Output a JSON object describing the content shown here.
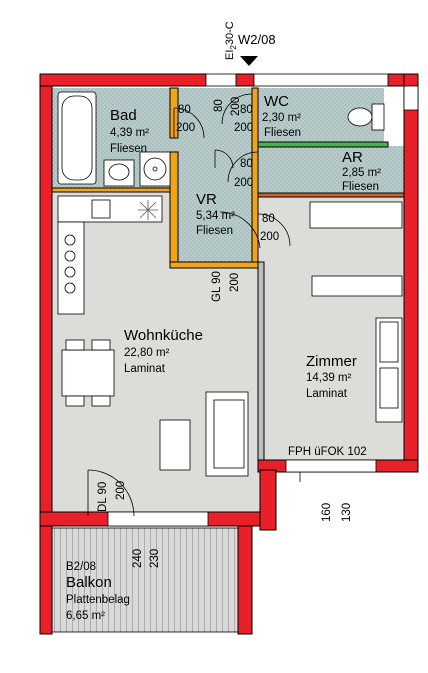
{
  "header": {
    "unit_code": "W2/08",
    "stair_code": "EI",
    "stair_sub": "2",
    "stair_suffix": "30-C"
  },
  "rooms": {
    "bad": {
      "name": "Bad",
      "area": "4,39 m²",
      "material": "Fliesen"
    },
    "wc": {
      "name": "WC",
      "area": "2,30 m²",
      "material": "Fliesen"
    },
    "ar": {
      "name": "AR",
      "area": "2,85 m²",
      "material": "Fliesen"
    },
    "vr": {
      "name": "VR",
      "area": "5,34 m²",
      "material": "Fliesen"
    },
    "wohnkueche": {
      "name": "Wohnküche",
      "area": "22,80 m²",
      "material": "Laminat"
    },
    "zimmer": {
      "name": "Zimmer",
      "area": "14,39 m²",
      "material": "Laminat"
    },
    "balkon": {
      "name": "Balkon",
      "code": "B2/08",
      "material": "Plattenbelag",
      "area": "6,65 m²"
    }
  },
  "doors": {
    "bad": {
      "width": "80",
      "height": "200"
    },
    "wc": {
      "width": "80",
      "height": "200"
    },
    "wc_top": {
      "width": "80",
      "height": "200"
    },
    "ar": {
      "width": "80",
      "height": "200"
    },
    "zimmer": {
      "width": "80",
      "height": "200"
    },
    "entrance": {
      "label": "GL 90",
      "height": "200"
    },
    "balcony": {
      "label": "DL 90",
      "height": "200"
    }
  },
  "windows": {
    "zimmer": {
      "label": "FPH üFOK 102",
      "dim_a": "160",
      "dim_b": "130"
    },
    "balcony": {
      "dim_a": "240",
      "dim_b": "230"
    }
  },
  "colors": {
    "wall_red": "#e8202a",
    "wall_outline": "#000000",
    "wet_tile": "#b9cccc",
    "floor_grey": "#dcdcd8",
    "orange_wall": "#f2a31b",
    "green_wall": "#4caf50",
    "balcony_grey": "#d8d8d8"
  }
}
